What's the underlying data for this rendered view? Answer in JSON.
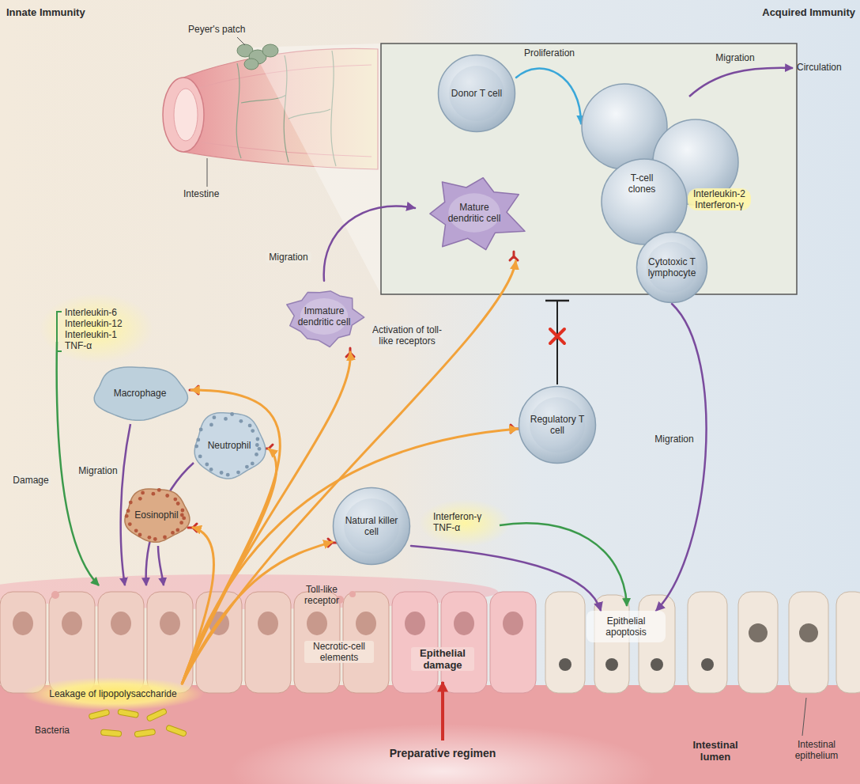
{
  "diagram": {
    "nodes": [
      {
        "text": [
          "Donor T cell"
        ]
      },
      {
        "text": [
          "T-cell clones",
          "Interleukin-2 Interferon-γ"
        ]
      },
      {
        "text": [
          "Mature dendritic cell"
        ]
      },
      {
        "text": [
          "Cytotoxic T lymphocyte"
        ]
      },
      {
        "text": [
          "Macrophage"
        ]
      },
      {
        "text": [
          "Immature dendritic cell"
        ]
      },
      {
        "text": [
          "Neutrophil"
        ]
      },
      {
        "text": [
          "Regulatory T cell"
        ]
      },
      {
        "text": [
          "Eosinophil"
        ]
      },
      {
        "text": [
          "Natural killer cell"
        ]
      },
      {
        "text": [
          "Epithelial apoptosis"
        ]
      },
      {
        "text": [
          "Leakage of lipopolysaccharide"
        ]
      }
    ],
    "edges": [
      {
        "from": 0,
        "to": 1,
        "arrow": "to",
        "label": "Proliferation"
      },
      {
        "from": 5,
        "to": 2,
        "arrow": "to",
        "label": "Migration"
      },
      {
        "from": 3,
        "to": 10,
        "arrow": "to",
        "label": "Migration"
      },
      {
        "from": 9,
        "to": 10,
        "arrow": "to"
      },
      {
        "from": 11,
        "to": 4,
        "arrow": "to"
      },
      {
        "from": 11,
        "to": 6,
        "arrow": "to"
      },
      {
        "from": 11,
        "to": 8,
        "arrow": "to"
      },
      {
        "from": 11,
        "to": 9,
        "arrow": "to"
      },
      {
        "from": 11,
        "to": 5,
        "arrow": "to"
      },
      {
        "from": 11,
        "to": 2,
        "arrow": "to"
      },
      {
        "from": 11,
        "to": 7,
        "arrow": "to"
      }
    ],
    "labels": [
      "Innate Immunity",
      "Acquired Immunity",
      "Peyer's patch",
      "Intestine",
      "Migration",
      "Circulation",
      "Interleukin-6 Interleukin-12 Interleukin-1 TNF-α",
      "Activation of toll-like receptors",
      "Migration",
      "Damage",
      "Interferon-γ TNF-α",
      "Toll-like receptor",
      "Necrotic-cell elements",
      "Epithelial damage",
      "Bacteria",
      "Preparative regimen",
      "Intestinal lumen",
      "Intestinal epithelium"
    ]
  }
}
